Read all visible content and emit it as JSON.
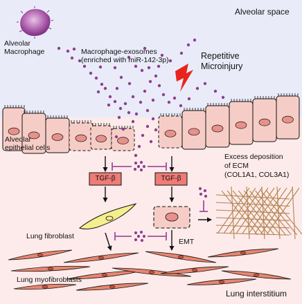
{
  "regions": {
    "top": "Alveolar space",
    "bottom": "Lung interstitium"
  },
  "labels": {
    "macrophage": [
      "Alveolar",
      "Macrophage"
    ],
    "exosomes": [
      "Macrophage-exosomes",
      "(enriched with miR-142-3p)"
    ],
    "injury": [
      "Repetitive",
      "Microinjury"
    ],
    "epithelial": [
      "Alveolar",
      "epithelial cells"
    ],
    "ecm": [
      "Excess deposition",
      "of ECM",
      "(COL1A1, COL3A1)"
    ],
    "tgf_left": "TGF-β",
    "tgf_right": "TGF-β",
    "fibroblast": "Lung fibroblast",
    "emt": "EMT",
    "myofibroblasts": "Lung myofibroblasts"
  },
  "colors": {
    "alveolar_space_bg": "#e9ecf8",
    "interstitium_bg": "#fcebea",
    "cell_fill": "#f6cdc6",
    "nucleus": "#e8908a",
    "exosome": "#8e3e92",
    "tgf_box": "#ee7b76",
    "fibroblast": "#f5ee8f",
    "myofibroblast": "#e88670",
    "inhibition": "#a04c9e",
    "injury": "#e8251c"
  }
}
